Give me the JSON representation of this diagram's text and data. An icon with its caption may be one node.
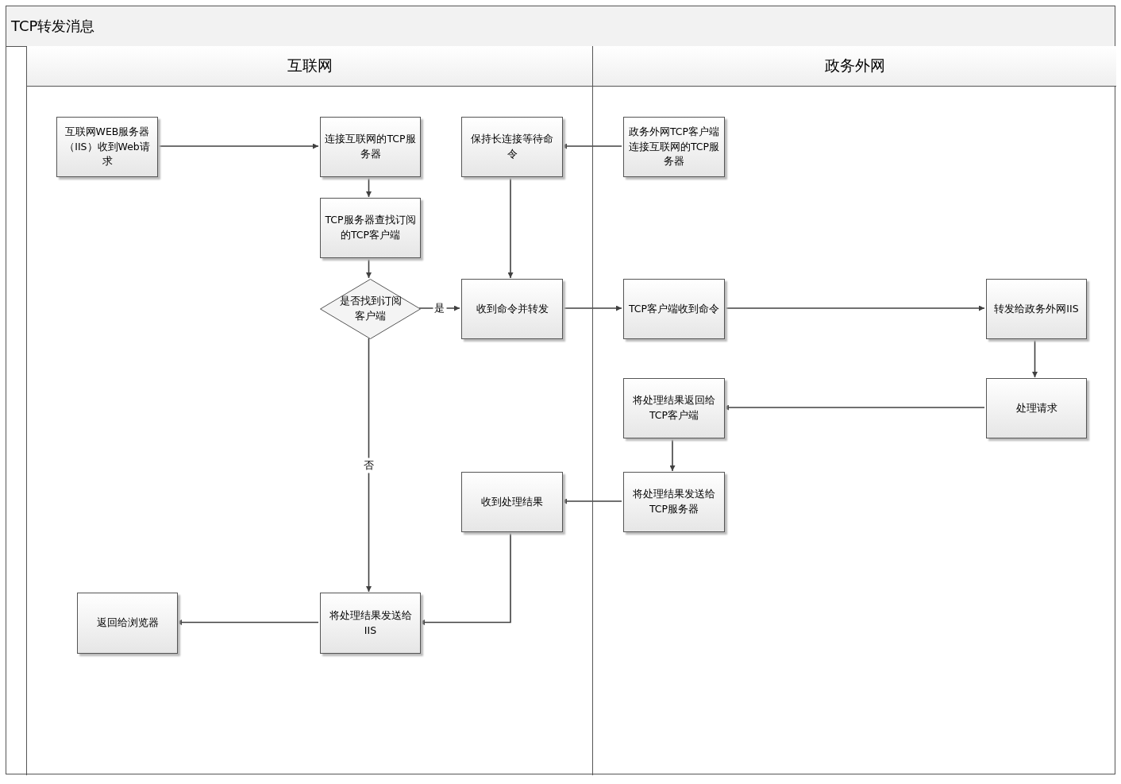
{
  "diagram": {
    "nodes": [
      {
        "text": [
          "TCP转发消息"
        ]
      },
      {
        "text": [
          "互联网"
        ],
        "in": 0
      },
      {
        "text": [
          "政务外网"
        ],
        "in": 0
      },
      {
        "text": [
          "互联网WEB服务器（IIS）收到Web请求"
        ],
        "in": 1
      },
      {
        "text": [
          "连接互联网的TCP服务器"
        ],
        "in": 1
      },
      {
        "text": [
          "保持长连接等待命令"
        ],
        "in": 1
      },
      {
        "text": [
          "TCP服务器查找订阅的TCP客户端"
        ],
        "in": 1
      },
      {
        "text": [
          "是否找到订阅客户端"
        ],
        "in": 1
      },
      {
        "text": [
          "收到命令并转发"
        ],
        "in": 1
      },
      {
        "text": [
          "收到处理结果"
        ],
        "in": 1
      },
      {
        "text": [
          "返回给浏览器"
        ],
        "in": 1
      },
      {
        "text": [
          "将处理结果发送给IIS"
        ],
        "in": 1
      },
      {
        "text": [
          "政务外网TCP客户端连接互联网的TCP服务器"
        ],
        "in": 2
      },
      {
        "text": [
          "TCP客户端收到命令"
        ],
        "in": 2
      },
      {
        "text": [
          "转发给政务外网IIS"
        ],
        "in": 2
      },
      {
        "text": [
          "将处理结果返回给TCP客户端"
        ],
        "in": 2
      },
      {
        "text": [
          "处理请求"
        ],
        "in": 2
      },
      {
        "text": [
          "将处理结果发送给TCP服务器"
        ],
        "in": 2
      }
    ],
    "edges": [
      {
        "from": 3,
        "to": 4,
        "arrow": "to"
      },
      {
        "from": 4,
        "to": 6,
        "arrow": "to"
      },
      {
        "from": 12,
        "to": 5,
        "arrow": "to"
      },
      {
        "from": 5,
        "to": 8,
        "arrow": "to"
      },
      {
        "from": 6,
        "to": 7,
        "arrow": "to"
      },
      {
        "from": 7,
        "to": 8,
        "arrow": "to",
        "label": "是"
      },
      {
        "from": 7,
        "to": 11,
        "arrow": "to",
        "label": "否"
      },
      {
        "from": 8,
        "to": 13,
        "arrow": "to"
      },
      {
        "from": 13,
        "to": 14,
        "arrow": "to"
      },
      {
        "from": 14,
        "to": 16,
        "arrow": "to"
      },
      {
        "from": 16,
        "to": 15,
        "arrow": "to"
      },
      {
        "from": 15,
        "to": 17,
        "arrow": "to"
      },
      {
        "from": 17,
        "to": 9,
        "arrow": "to"
      },
      {
        "from": 9,
        "to": 11,
        "arrow": "to"
      },
      {
        "from": 11,
        "to": 10,
        "arrow": "to"
      }
    ]
  }
}
